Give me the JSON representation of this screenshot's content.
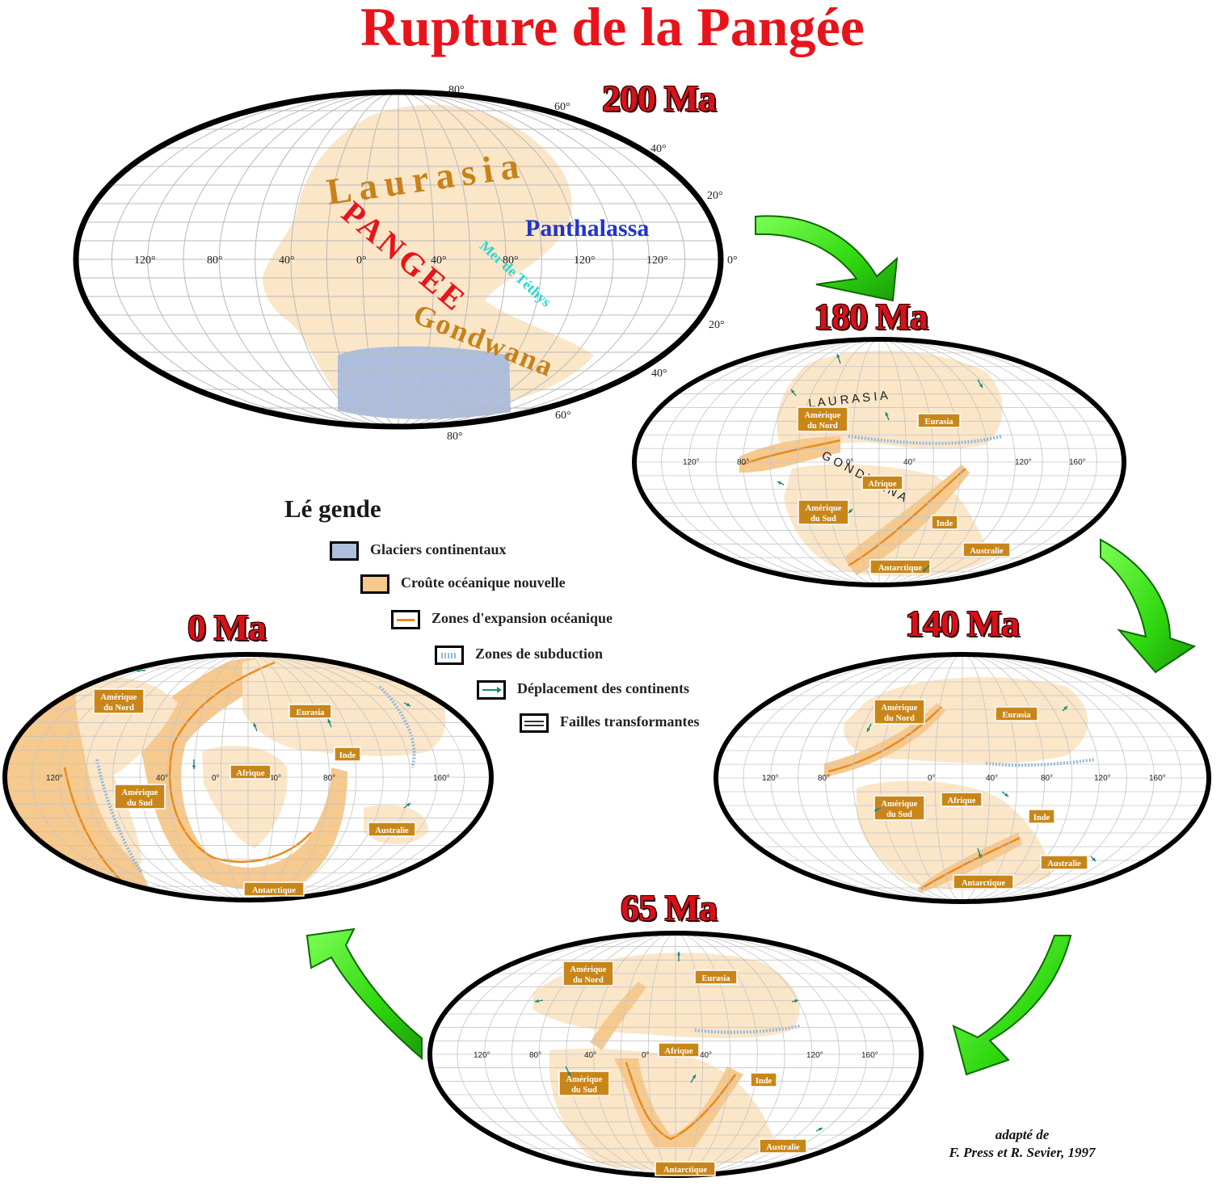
{
  "title": "Rupture de la Pangée",
  "eras": {
    "e200": "200 Ma",
    "e180": "180 Ma",
    "e140": "140 Ma",
    "e65": "65 Ma",
    "e0": "0 Ma"
  },
  "map200": {
    "lon_ticks": [
      "120°",
      "80°",
      "40°",
      "0°",
      "40°",
      "80°",
      "120°",
      "120°",
      "0°"
    ],
    "lat_ticks": [
      "80°",
      "60°",
      "40°",
      "20°",
      "20°",
      "40°",
      "60°",
      "80°"
    ],
    "labels": {
      "laurasia": "Laurasia",
      "pangee": "PANGEE",
      "gondwana": "Gondwana",
      "panthalassa": "Panthalassa",
      "tethys": "Mer de Téthys"
    }
  },
  "map180": {
    "ticks": [
      "120°",
      "80°",
      "0°",
      "40°",
      "120°",
      "160°"
    ],
    "super_labels": {
      "laurasia": "L A U R A S I A",
      "gondwana": "G O N D W A N A"
    },
    "boxes": {
      "amnord": [
        "Amérique",
        "du Nord"
      ],
      "eurasia": "Eurasia",
      "afrique": "Afrique",
      "amsud": [
        "Amérique",
        "du Sud"
      ],
      "inde": "Inde",
      "australie": "Australie",
      "antarctique": "Antarctique"
    }
  },
  "map140": {
    "ticks": [
      "120°",
      "80°",
      "0°",
      "40°",
      "80°",
      "120°",
      "160°"
    ],
    "boxes": {
      "amnord": [
        "Amérique",
        "du Nord"
      ],
      "eurasia": "Eurasia",
      "afrique": "Afrique",
      "amsud": [
        "Amérique",
        "du Sud"
      ],
      "inde": "Inde",
      "australie": "Australie",
      "antarctique": "Antarctique"
    }
  },
  "map65": {
    "ticks": [
      "120°",
      "80°",
      "40°",
      "0°",
      "40°",
      "120°",
      "160°"
    ],
    "boxes": {
      "amnord": [
        "Amérique",
        "du Nord"
      ],
      "eurasia": "Eurasia",
      "afrique": "Afrique",
      "amsud": [
        "Amérique",
        "du Sud"
      ],
      "inde": "Inde",
      "australie": "Australie",
      "antarctique": "Antarctique"
    }
  },
  "map0": {
    "ticks": [
      "120°",
      "40°",
      "0°",
      "40°",
      "80°",
      "160°"
    ],
    "boxes": {
      "amnord": [
        "Amérique",
        "du Nord"
      ],
      "eurasia": "Eurasia",
      "afrique": "Afrique",
      "inde": "Inde",
      "amsud": [
        "Amérique",
        "du Sud"
      ],
      "australie": "Australie",
      "antarctique": "Antarctique"
    }
  },
  "legend": {
    "title": "Lé gende",
    "items": [
      "Glaciers continentaux",
      "Croûte océanique nouvelle",
      "Zones d'expansion océanique",
      "Zones de subduction",
      "Déplacement des continents",
      "Failles transformantes"
    ]
  },
  "credit": {
    "line1": "adapté de",
    "line2": "F. Press et R. Sevier, 1997"
  },
  "colors": {
    "title": "#e8141b",
    "continent": "#fbe6c8",
    "crust": "#f6c98e",
    "ridge": "#e88a1c",
    "glacier": "#aebedd",
    "arrow_green": "#39e61a",
    "label_box": "#c8861a",
    "motion_arrow": "#1a8a7a",
    "subduction": "#8fb8e0"
  }
}
